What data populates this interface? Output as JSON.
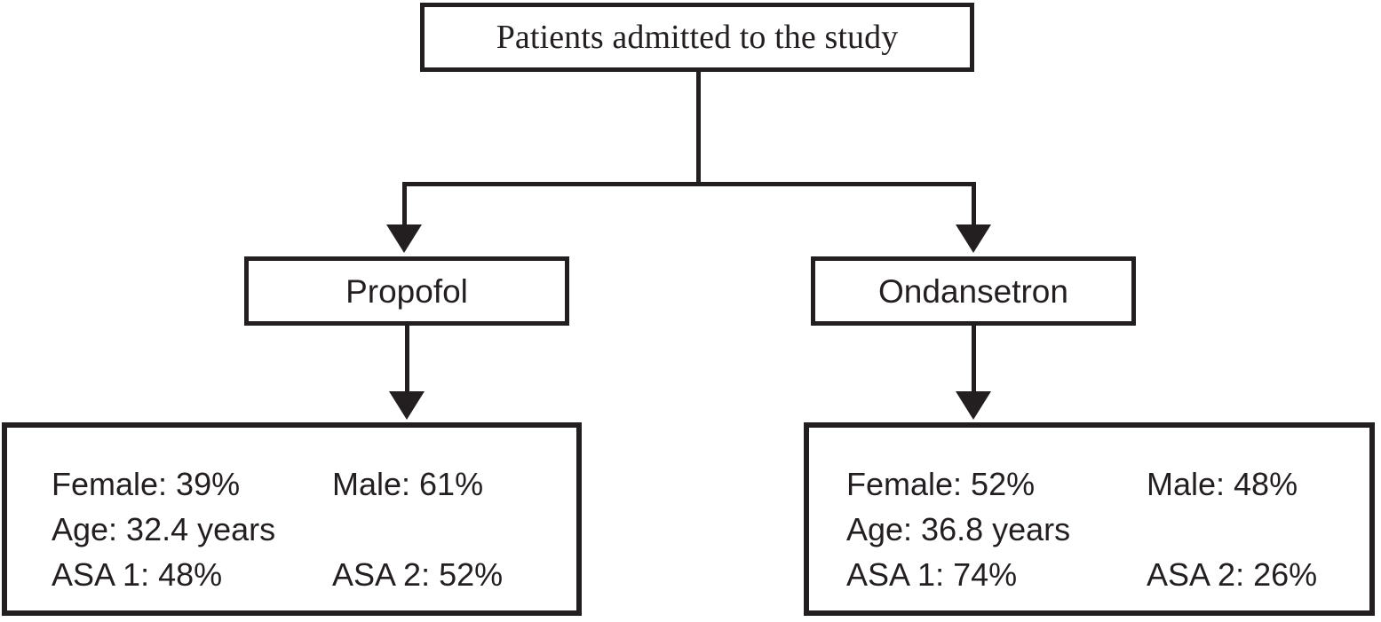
{
  "diagram": {
    "type": "flowchart",
    "orientation": "top-down",
    "colors": {
      "line": "#231f20",
      "background": "#ffffff",
      "text": "#231f20"
    },
    "root": {
      "label": "Patients admitted to the study"
    },
    "arms": [
      {
        "label": "Propofol"
      },
      {
        "label": "Ondansetron"
      }
    ],
    "details": [
      {
        "group": "Propofol",
        "lines": [
          {
            "left": "Female: 39%",
            "right": "Male: 61%"
          },
          {
            "left": "Age: 32.4 years",
            "right": ""
          },
          {
            "left": "ASA 1: 48%",
            "right": "ASA 2: 52%"
          }
        ],
        "values": {
          "female_pct": 39,
          "male_pct": 61,
          "age_years": 32.4,
          "asa_1_pct": 48,
          "asa_2_pct": 52
        }
      },
      {
        "group": "Ondansetron",
        "lines": [
          {
            "left": "Female: 52%",
            "right": "Male: 48%"
          },
          {
            "left": "Age: 36.8 years",
            "right": ""
          },
          {
            "left": "ASA 1: 74%",
            "right": "ASA 2: 26%"
          }
        ],
        "values": {
          "female_pct": 52,
          "male_pct": 48,
          "age_years": 36.8,
          "asa_1_pct": 74,
          "asa_2_pct": 26
        }
      }
    ]
  }
}
